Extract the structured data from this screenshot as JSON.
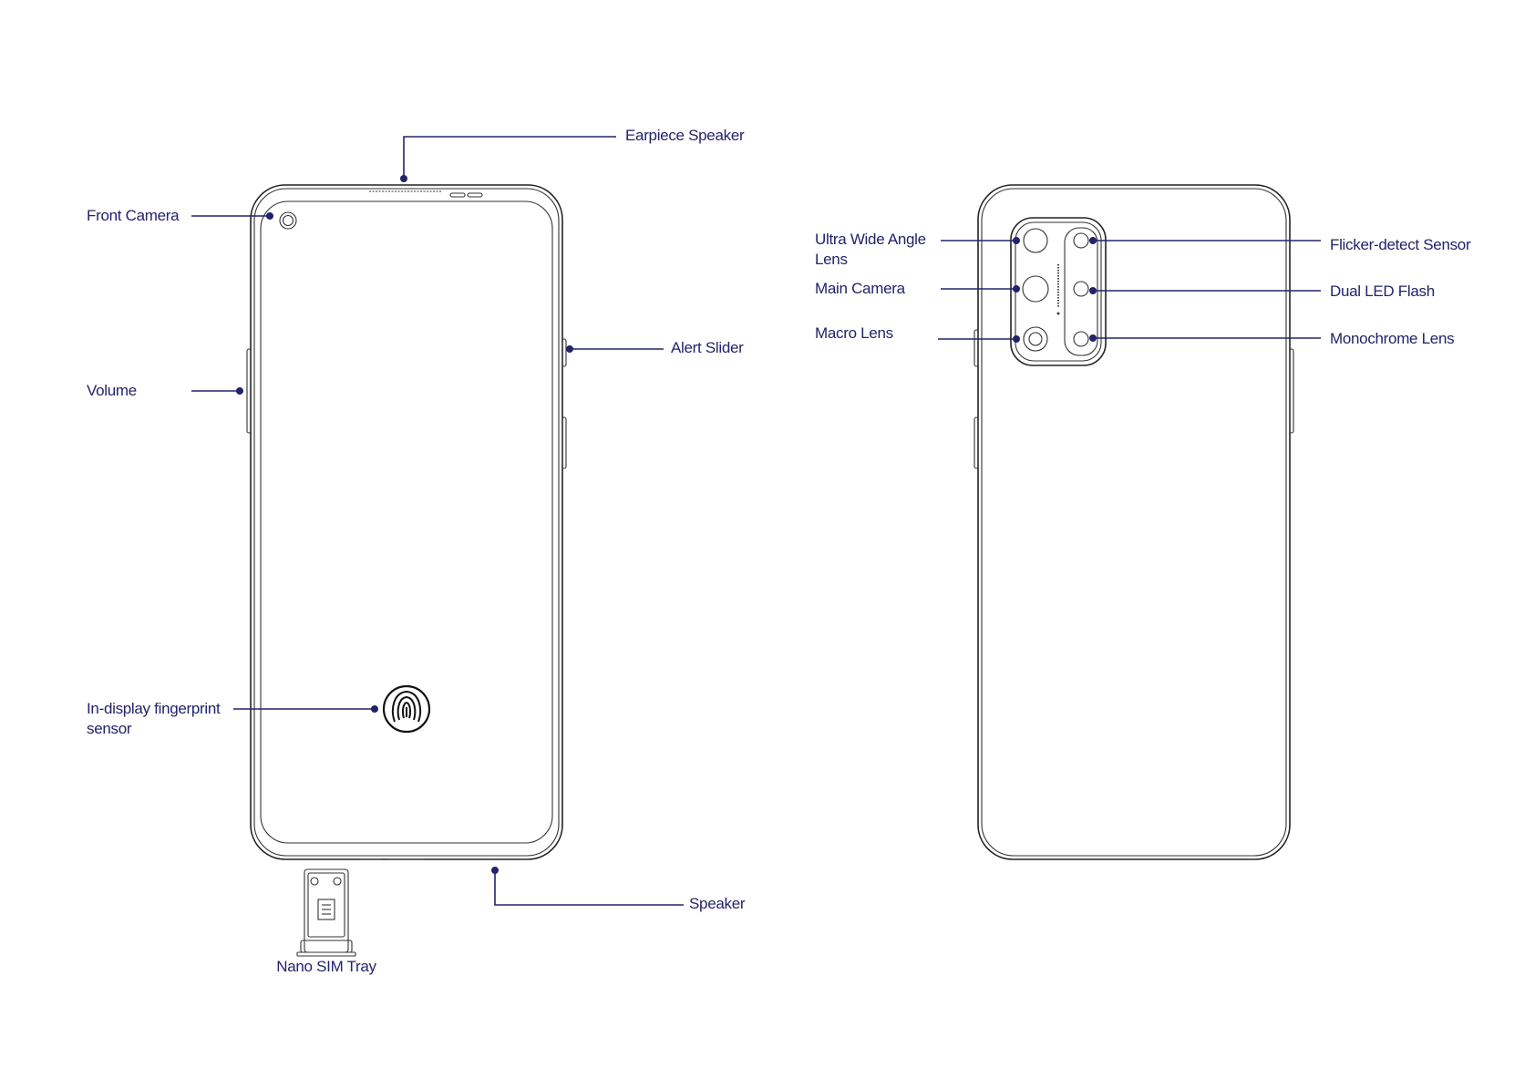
{
  "front_labels": {
    "earpiece_speaker": "Earpiece Speaker",
    "front_camera": "Front Camera",
    "alert_slider": "Alert Slider",
    "volume": "Volume",
    "fingerprint_line1": "In-display fingerprint",
    "fingerprint_line2": "sensor",
    "speaker": "Speaker",
    "sim_tray": "Nano SIM Tray"
  },
  "back_labels": {
    "ultra_wide_line1": "Ultra Wide Angle",
    "ultra_wide_line2": "Lens",
    "main_camera": "Main Camera",
    "macro_lens": "Macro Lens",
    "flicker_sensor": "Flicker-detect Sensor",
    "dual_led_flash": "Dual LED Flash",
    "monochrome_lens": "Monochrome Lens"
  },
  "colors": {
    "label": "#23236b",
    "outline": "#222222"
  }
}
